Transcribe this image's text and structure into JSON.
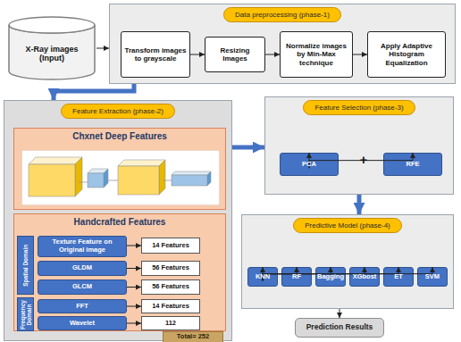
{
  "diagram": {
    "nodes": [
      {
        "text": [
          "X-Ray images (Input)"
        ]
      },
      {
        "text": [
          "Data preprocessing (phase-1)"
        ]
      },
      {
        "text": [
          "Transform images to grayscale"
        ],
        "in": 1
      },
      {
        "text": [
          "Resizing Images"
        ],
        "in": 1
      },
      {
        "text": [
          "Normalize images by Min-Max technique"
        ],
        "in": 1
      },
      {
        "text": [
          "Apply Adaptive Histogram Equalization"
        ],
        "in": 1
      },
      {
        "text": [
          "Feature Extraction (phase-2)"
        ]
      },
      {
        "text": [
          "Chxnet Deep Features"
        ],
        "in": 6
      },
      {
        "text": [
          "Handcrafted Features"
        ],
        "in": 6
      },
      {
        "text": [
          "Spatial Domain"
        ],
        "in": 8
      },
      {
        "text": [
          "Frequency Domain"
        ],
        "in": 8
      },
      {
        "text": [
          "Texture Feature on Original image"
        ],
        "in": 8
      },
      {
        "text": [
          "14 Features"
        ],
        "in": 8
      },
      {
        "text": [
          "GLDM"
        ],
        "in": 8
      },
      {
        "text": [
          "56 Features"
        ],
        "in": 8
      },
      {
        "text": [
          "GLCM"
        ],
        "in": 8
      },
      {
        "text": [
          "56 Features"
        ],
        "in": 8
      },
      {
        "text": [
          "FFT"
        ],
        "in": 8
      },
      {
        "text": [
          "14 Features"
        ],
        "in": 8
      },
      {
        "text": [
          "Wavelet"
        ],
        "in": 8
      },
      {
        "text": [
          "112"
        ],
        "in": 8
      },
      {
        "text": [
          "Total= 252"
        ],
        "in": 8
      },
      {
        "text": [
          "Feature Selection (phase-3)"
        ]
      },
      {
        "text": [
          "PCA"
        ],
        "in": 22
      },
      {
        "text": [
          "RFE"
        ],
        "in": 22
      },
      {
        "text": [
          "Predictive Model (phase-4)"
        ]
      },
      {
        "text": [
          "KNN"
        ],
        "in": 25
      },
      {
        "text": [
          "RF"
        ],
        "in": 25
      },
      {
        "text": [
          "Bagging"
        ],
        "in": 25
      },
      {
        "text": [
          "XGbost"
        ],
        "in": 25
      },
      {
        "text": [
          "ET"
        ],
        "in": 25
      },
      {
        "text": [
          "SVM"
        ],
        "in": 25
      },
      {
        "text": [
          "Prediction Results"
        ]
      }
    ],
    "edges": [
      {
        "from": 0,
        "to": 1,
        "arrow": "to"
      },
      {
        "from": 2,
        "to": 3,
        "arrow": "to"
      },
      {
        "from": 3,
        "to": 4,
        "arrow": "to"
      },
      {
        "from": 4,
        "to": 5,
        "arrow": "to"
      },
      {
        "from": 1,
        "to": 6,
        "arrow": "to"
      },
      {
        "from": 11,
        "to": 12,
        "arrow": "to"
      },
      {
        "from": 13,
        "to": 14,
        "arrow": "to"
      },
      {
        "from": 15,
        "to": 16,
        "arrow": "to"
      },
      {
        "from": 17,
        "to": 18,
        "arrow": "to"
      },
      {
        "from": 19,
        "to": 20,
        "arrow": "to"
      },
      {
        "from": 6,
        "to": 22,
        "arrow": "to"
      },
      {
        "from": 22,
        "to": 23,
        "arrow": "to"
      },
      {
        "from": 22,
        "to": 24,
        "arrow": "to"
      },
      {
        "from": 22,
        "to": 25,
        "arrow": "to"
      },
      {
        "from": 25,
        "to": 26,
        "arrow": "to"
      },
      {
        "from": 25,
        "to": 27,
        "arrow": "to"
      },
      {
        "from": 25,
        "to": 28,
        "arrow": "to"
      },
      {
        "from": 25,
        "to": 29,
        "arrow": "to"
      },
      {
        "from": 25,
        "to": 30,
        "arrow": "to"
      },
      {
        "from": 25,
        "to": 31,
        "arrow": "to"
      },
      {
        "from": 25,
        "to": 32,
        "arrow": "to"
      }
    ],
    "labels": [
      "+"
    ]
  }
}
